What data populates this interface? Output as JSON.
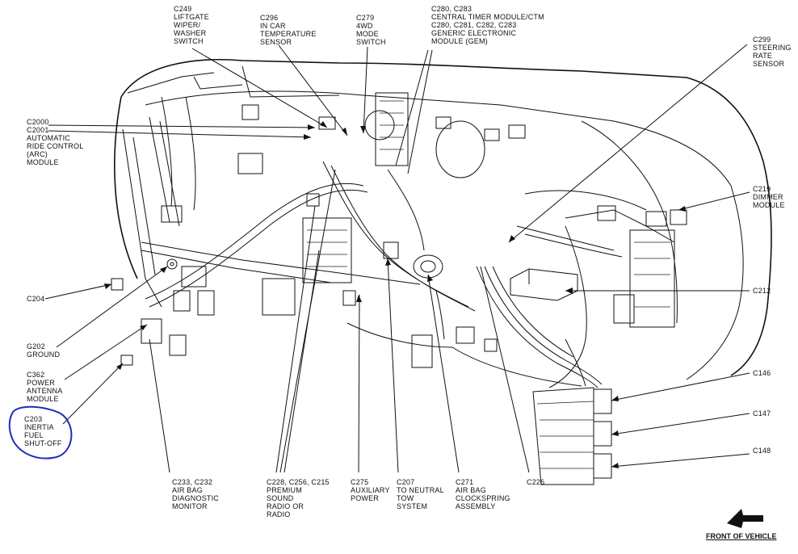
{
  "labels": {
    "c249": "C249\nLIFTGATE\nWIPER/\nWASHER\nSWITCH",
    "c296": "C296\nIN CAR\nTEMPERATURE\nSENSOR",
    "c279": "C279\n4WD\nMODE\nSWITCH",
    "c280": "C280, C283\nCENTRAL TIMER MODULE/CTM\nC280, C281, C282, C283\nGENERIC ELECTRONIC\nMODULE (GEM)",
    "c299": "C299\nSTEERING\nRATE\nSENSOR",
    "c2000": "C2000\nC2001\nAUTOMATIC\nRIDE CONTROL\n(ARC)\nMODULE",
    "c219": "C219\nDIMMER\nMODULE",
    "c204": "C204",
    "c212": "C212",
    "g202": "G202\nGROUND",
    "c362": "C362\nPOWER\nANTENNA\nMODULE",
    "c203": "C203\nINERTIA\nFUEL\nSHUT-OFF",
    "c146": "C146",
    "c147": "C147",
    "c148": "C148",
    "c233": "C233, C232\nAIR BAG\nDIAGNOSTIC\nMONITOR",
    "c228": "C228, C256, C215\nPREMIUM\nSOUND\nRADIO OR\nRADIO",
    "c275": "C275\nAUXILIARY\nPOWER",
    "c207": "C207\nTO NEUTRAL\nTOW\nSYSTEM",
    "c271": "C271\nAIR BAG\nCLOCKSPRING\nASSEMBLY",
    "c226": "C226",
    "front": "FRONT OF VEHICLE"
  },
  "highlight_color": "#1f2fb4",
  "ink_color": "#111111"
}
